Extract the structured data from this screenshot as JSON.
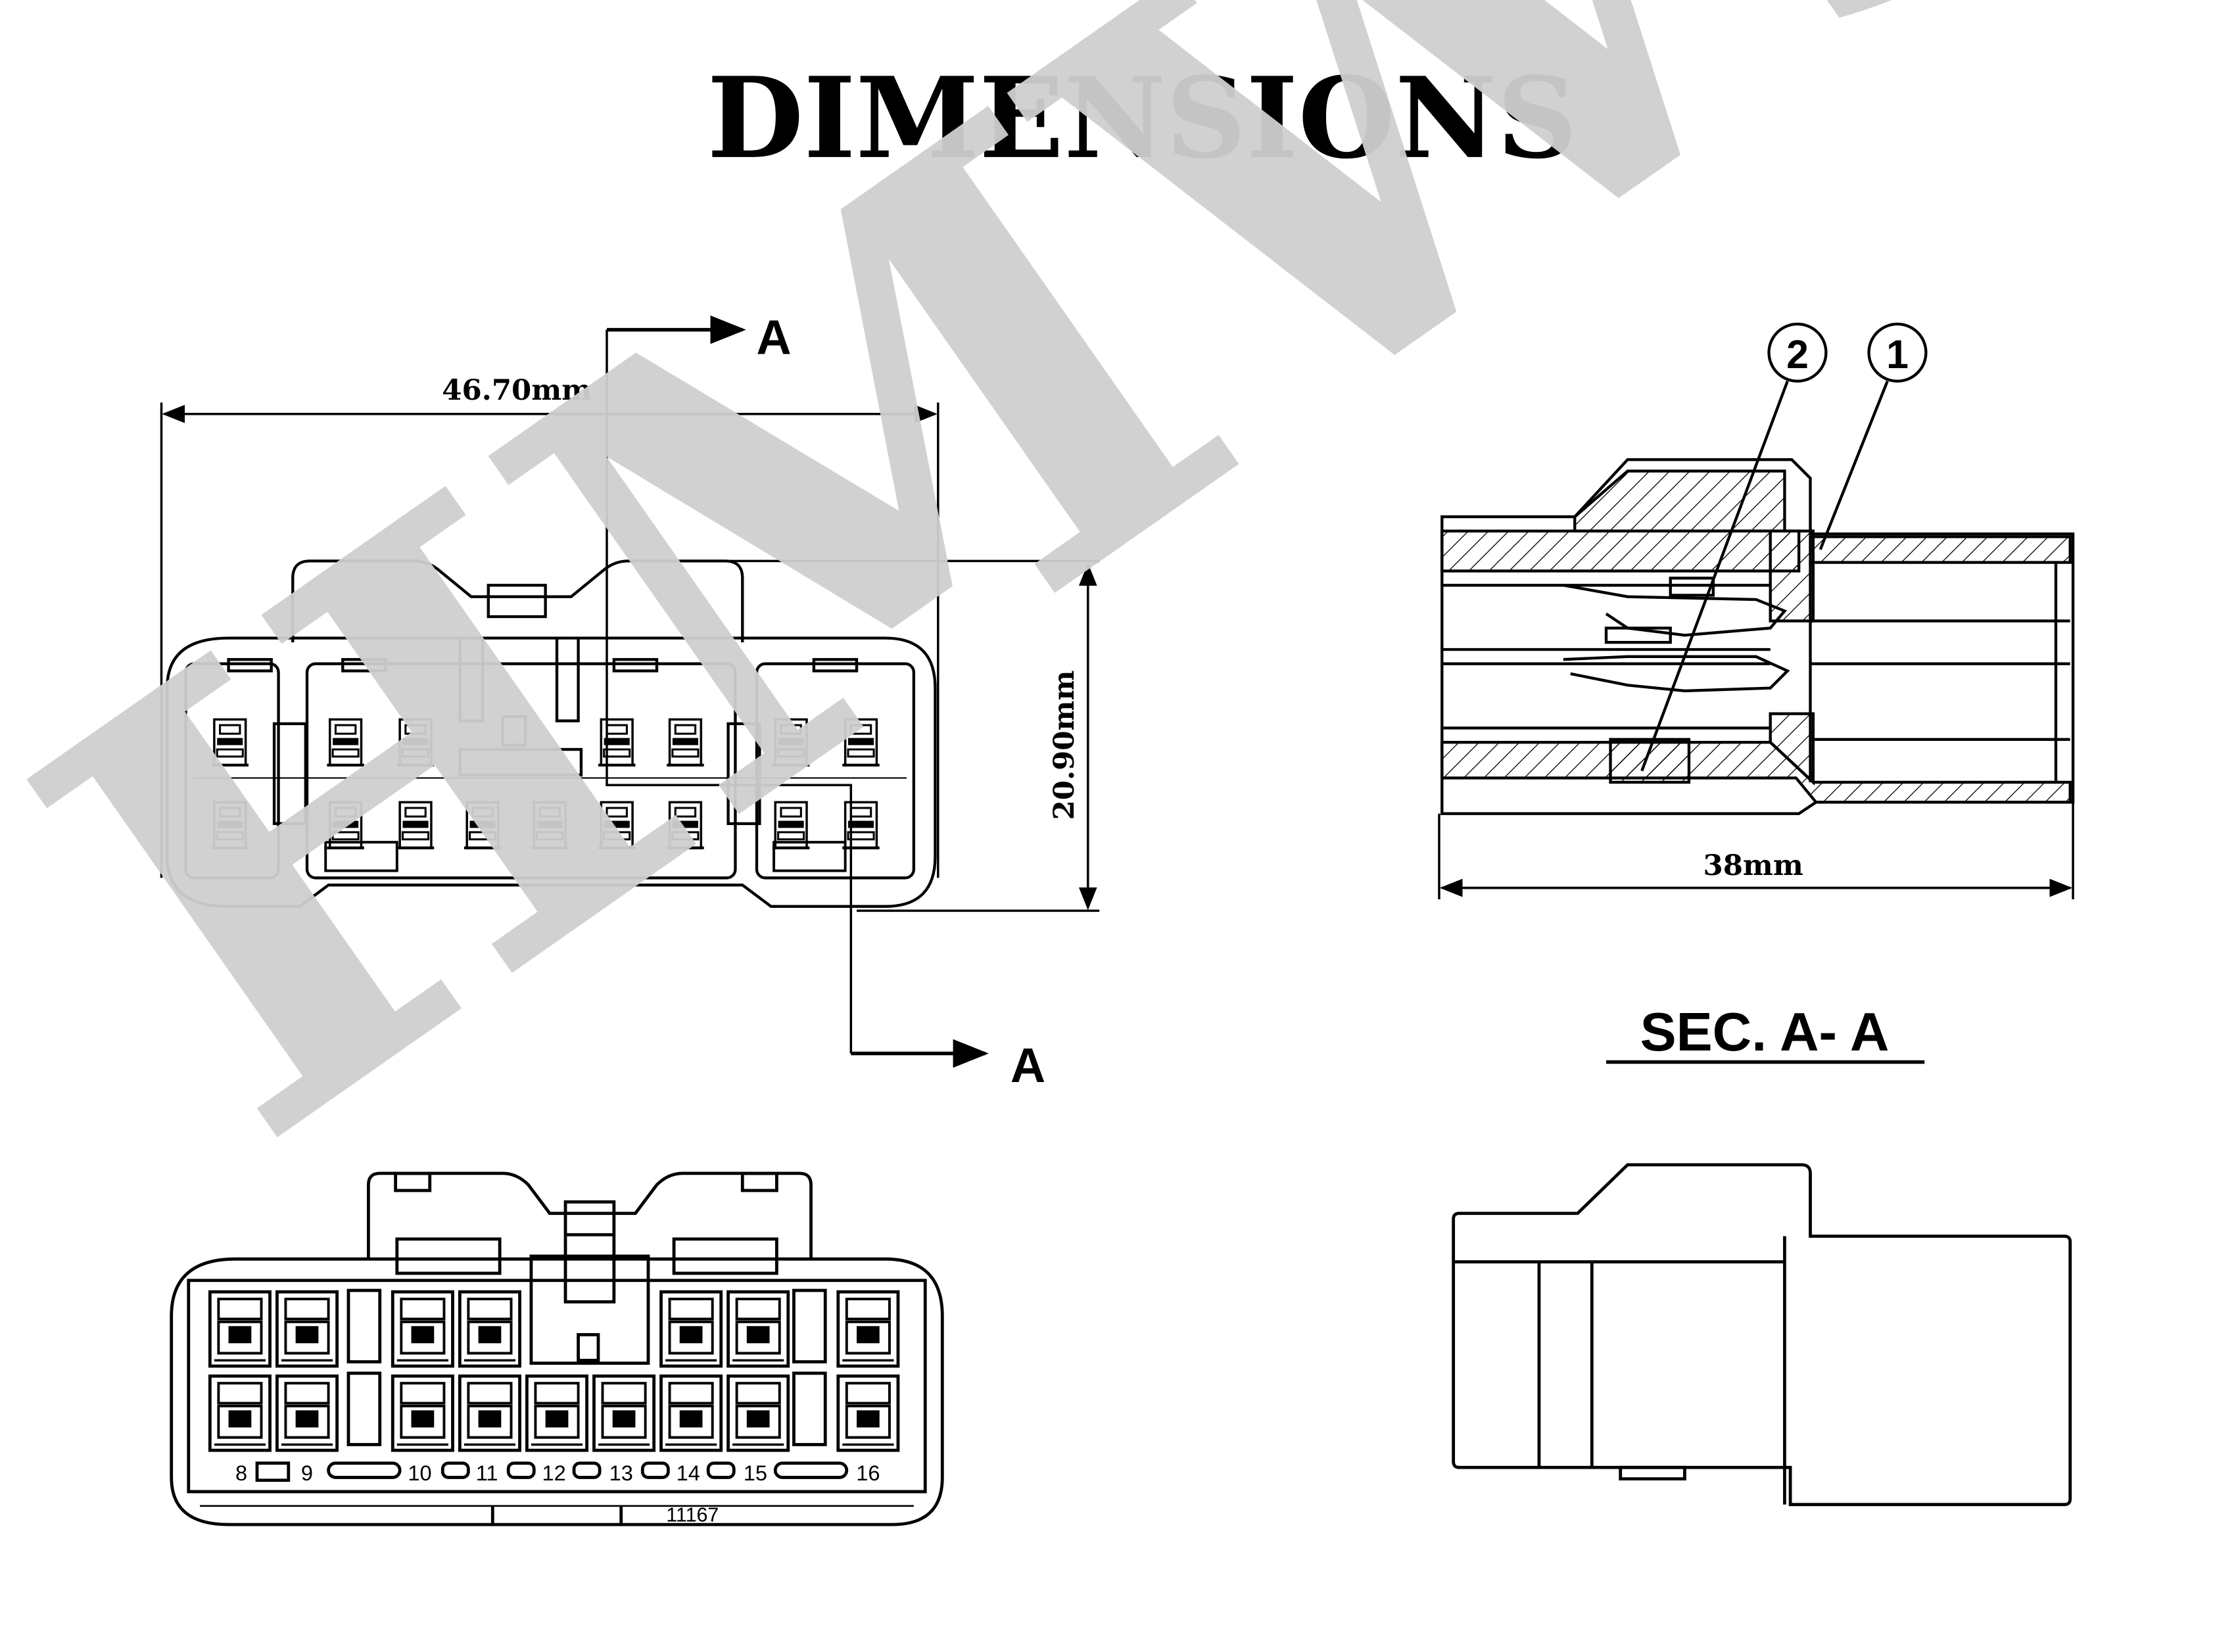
{
  "title": "DIMENSIONS",
  "watermark": "HMWS",
  "front_view": {
    "width_dim": "46.70mm",
    "height_dim": "20.90mm",
    "section_marker_top": "A",
    "section_marker_bottom": "A"
  },
  "section_view": {
    "callout_1": "1",
    "callout_2": "2",
    "length_dim": "38mm",
    "caption": "SEC. A- A"
  },
  "rear_view": {
    "cavity_numbers": [
      "8",
      "9",
      "10",
      "11",
      "12",
      "13",
      "14",
      "15",
      "16"
    ],
    "part_number": "11167"
  },
  "colors": {
    "line": "#000000",
    "watermark": "#cfcfcf",
    "background": "#ffffff"
  }
}
